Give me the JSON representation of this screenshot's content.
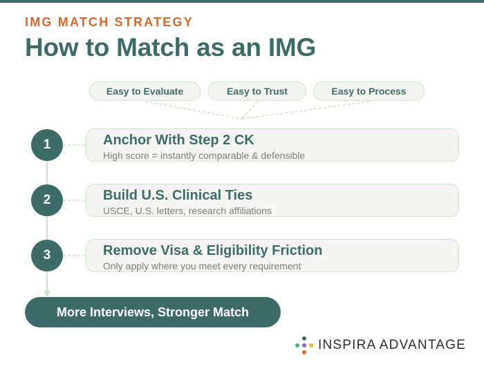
{
  "header": {
    "kicker": "IMG MATCH STRATEGY",
    "title": "How to Match as an IMG"
  },
  "qualities": [
    "Easy to Evaluate",
    "Easy to Trust",
    "Easy to Process"
  ],
  "steps": [
    {
      "number": "1",
      "heading": "Anchor With Step 2 CK",
      "subtext": "High score = instantly comparable & defensible"
    },
    {
      "number": "2",
      "heading": "Build U.S. Clinical Ties",
      "subtext": "USCE, U.S. letters, research affiliations"
    },
    {
      "number": "3",
      "heading": "Remove Visa & Eligibility Friction",
      "subtext": "Only apply where you meet every requirement"
    }
  ],
  "outcome": "More Interviews, Stronger Match",
  "brand": {
    "name": "INSPIRA ADVANTAGE",
    "logo_dot_colors": [
      "#3d6b68",
      "#d2692f",
      "#e8b931",
      "#8e6bb5",
      "#4caf7a"
    ]
  },
  "colors": {
    "primary": "#3d6b68",
    "accent": "#d2692f",
    "card_border": "#c8e6c3",
    "card_fill": "#f4f5f3",
    "muted_text": "#7c7c7c"
  }
}
